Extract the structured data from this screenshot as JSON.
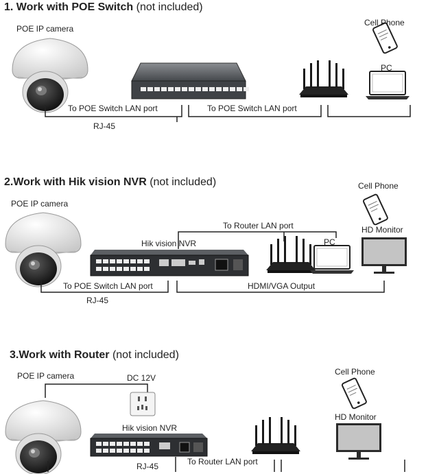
{
  "sections": [
    {
      "heading": "1. Work with POE Switch",
      "note": "(not included)",
      "camera_label": "POE IP camera",
      "cable_label_1": "To POE Switch LAN port",
      "cable_label_2": "To POE Switch LAN port",
      "rj45_label": "RJ-45",
      "cell_phone_label": "Cell Phone",
      "pc_label": "PC"
    },
    {
      "heading": "2.Work with Hik vision NVR",
      "note": "(not included)",
      "camera_label": "POE IP camera",
      "nvr_label": "Hik vision NVR",
      "router_port_label": "To Router LAN port",
      "pc_label": "PC",
      "cell_phone_label": "Cell Phone",
      "monitor_label": "HD Monitor",
      "switch_port_label": "To POE Switch LAN port",
      "rj45_label": "RJ-45",
      "output_label": "HDMI/VGA Output"
    },
    {
      "heading": "3.Work with Router",
      "note": "(not included)",
      "camera_label": "POE IP camera",
      "power_label": "DC 12V",
      "nvr_label": "Hik vision NVR",
      "rj45_label": "RJ-45",
      "router_port_label": "To Router LAN port",
      "cell_phone_label": "Cell Phone",
      "monitor_label": "HD Monitor"
    }
  ],
  "icons": [
    "dome-camera-icon",
    "poe-switch-icon",
    "router-icon",
    "laptop-icon",
    "cell-phone-icon",
    "nvr-icon",
    "monitor-icon",
    "power-socket-icon"
  ]
}
